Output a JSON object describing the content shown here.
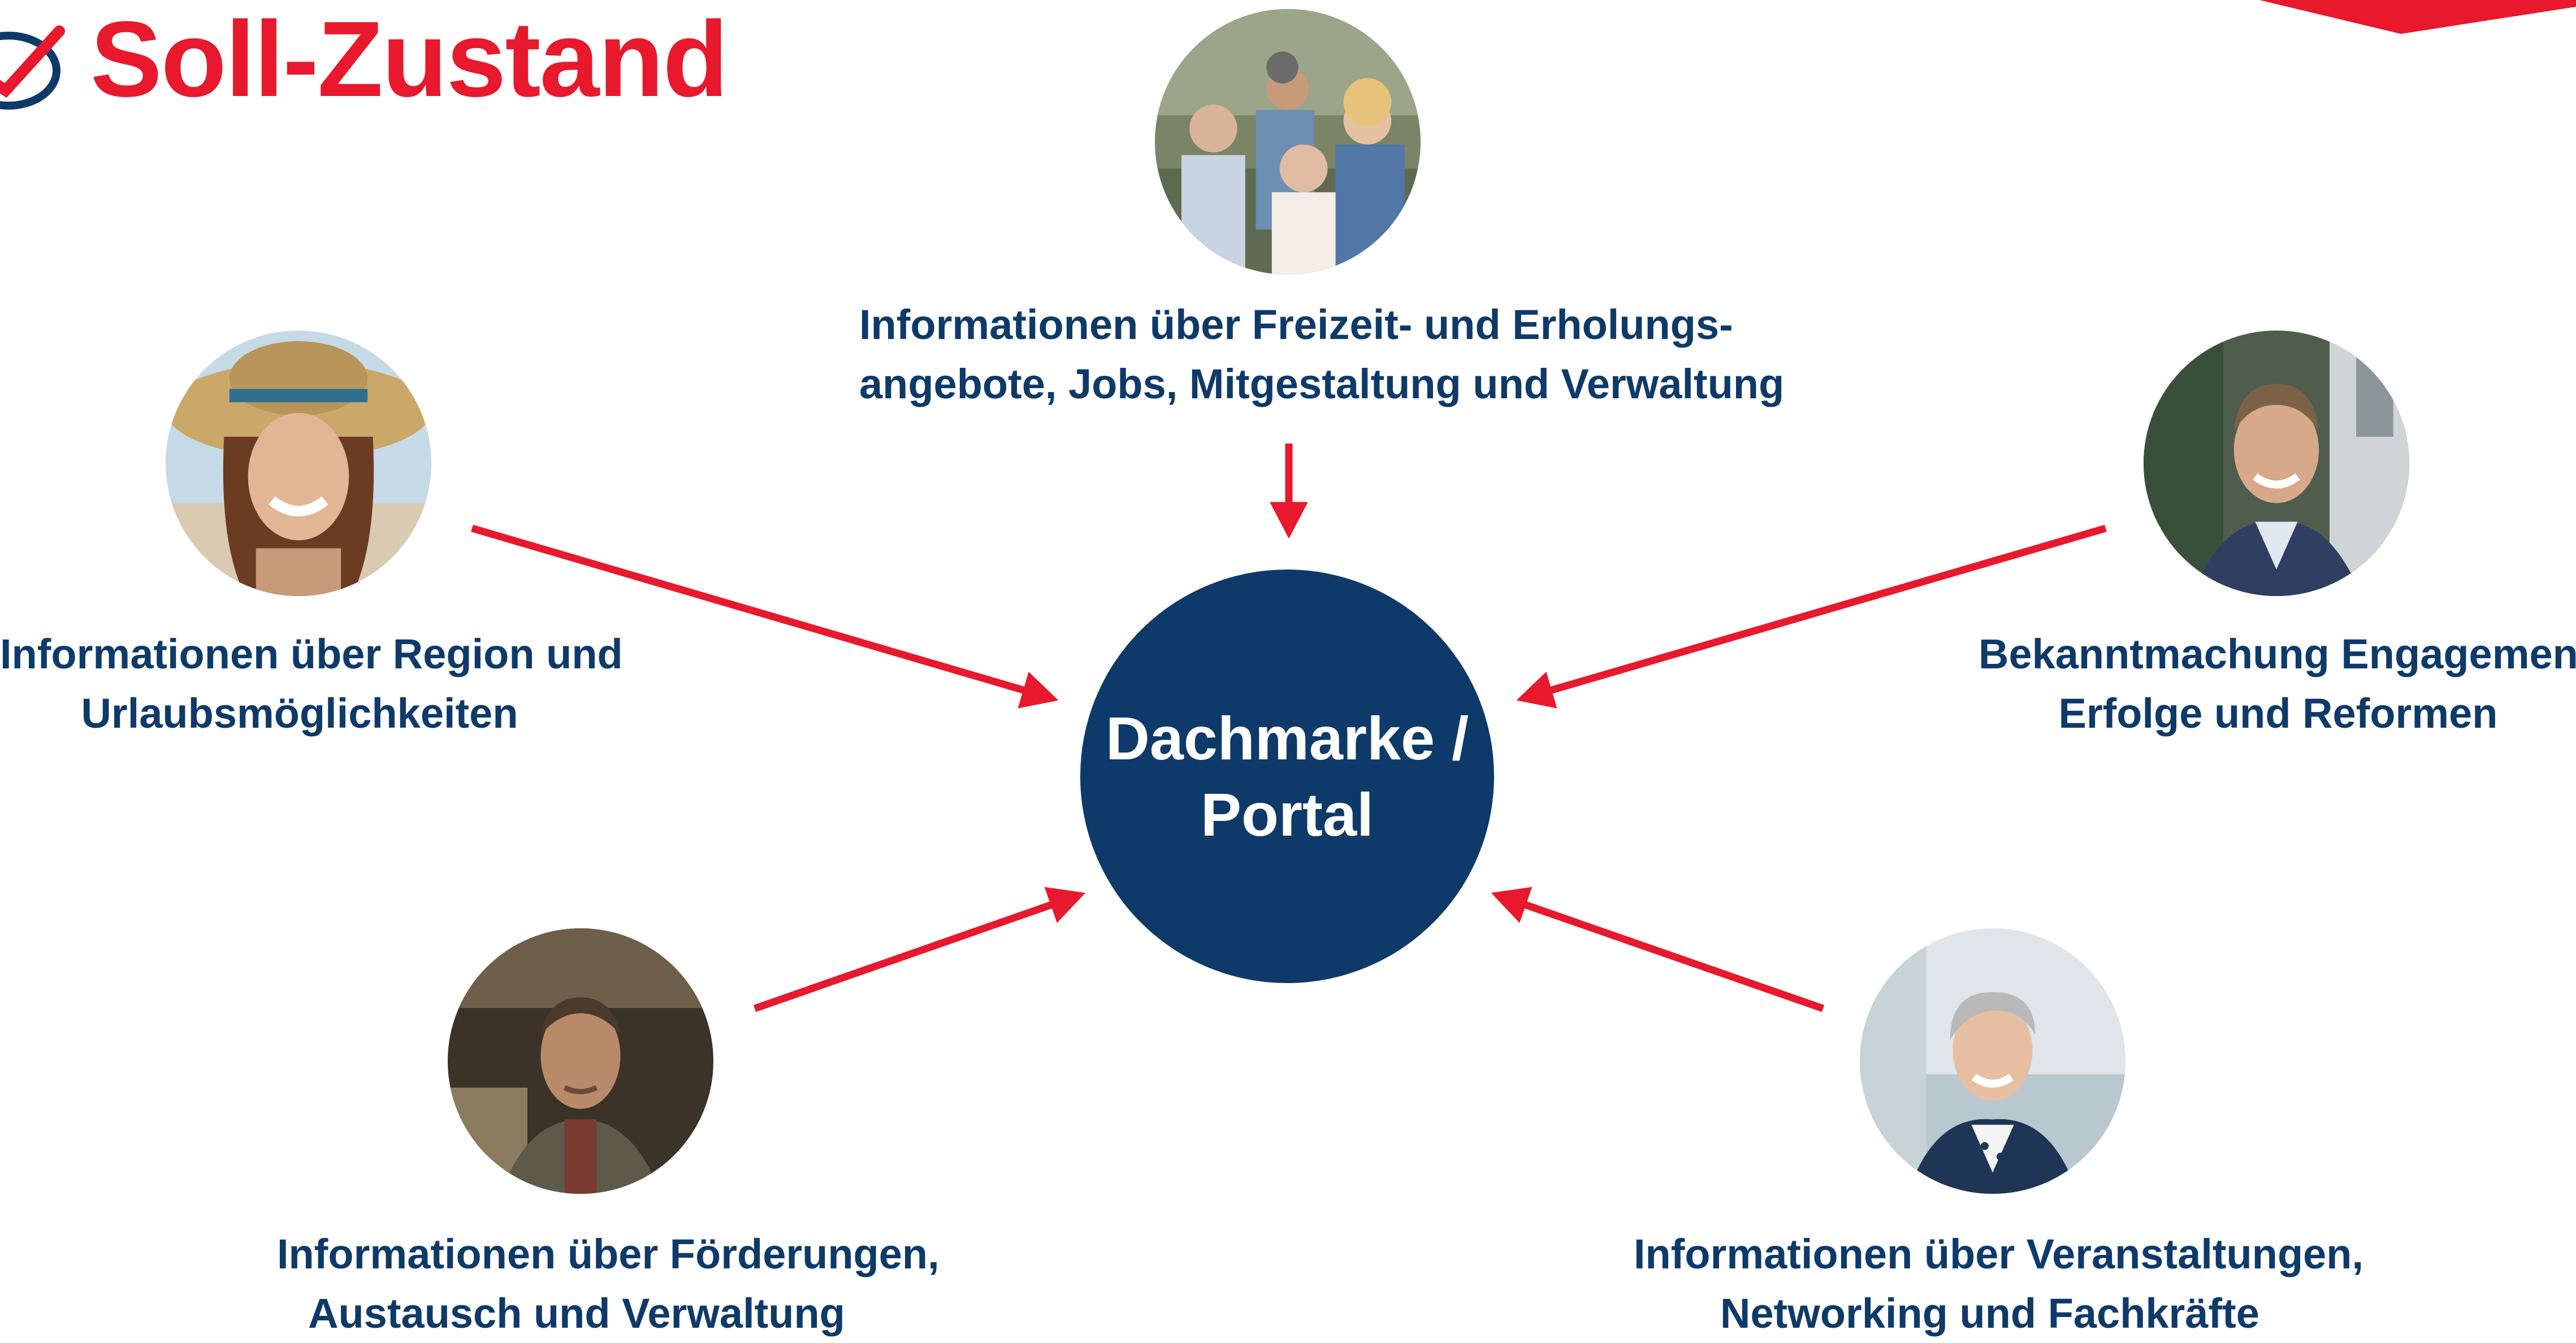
{
  "title": "Soll-Zustand",
  "hub": {
    "line1": "Dachmarke /",
    "line2": "Portal"
  },
  "nodes": {
    "top": {
      "line1": "Informationen über Freizeit- und Erholungs-",
      "line2": "angebote, Jobs, Mitgestaltung und Verwaltung",
      "photo": "group-of-seniors-and-adults-photo"
    },
    "left": {
      "line1": "Informationen über Region und",
      "line2": "Urlaubsmöglichkeiten",
      "photo": "woman-with-sun-hat-photo"
    },
    "right": {
      "line1": "Bekanntmachung Engagement,",
      "line2": "Erfolge und Reformen",
      "photo": "businessman-in-suit-photo"
    },
    "bottom_left": {
      "line1": "Informationen über Förderungen,",
      "line2": "Austausch und Verwaltung",
      "photo": "man-in-workshop-photo"
    },
    "bottom_right": {
      "line1": "Informationen über Veranstaltungen,",
      "line2": "Networking und Fachkräfte",
      "photo": "businesswoman-short-grey-hair-photo"
    }
  },
  "colors": {
    "accent_red": "#e8192c",
    "navy": "#0e3a69"
  }
}
